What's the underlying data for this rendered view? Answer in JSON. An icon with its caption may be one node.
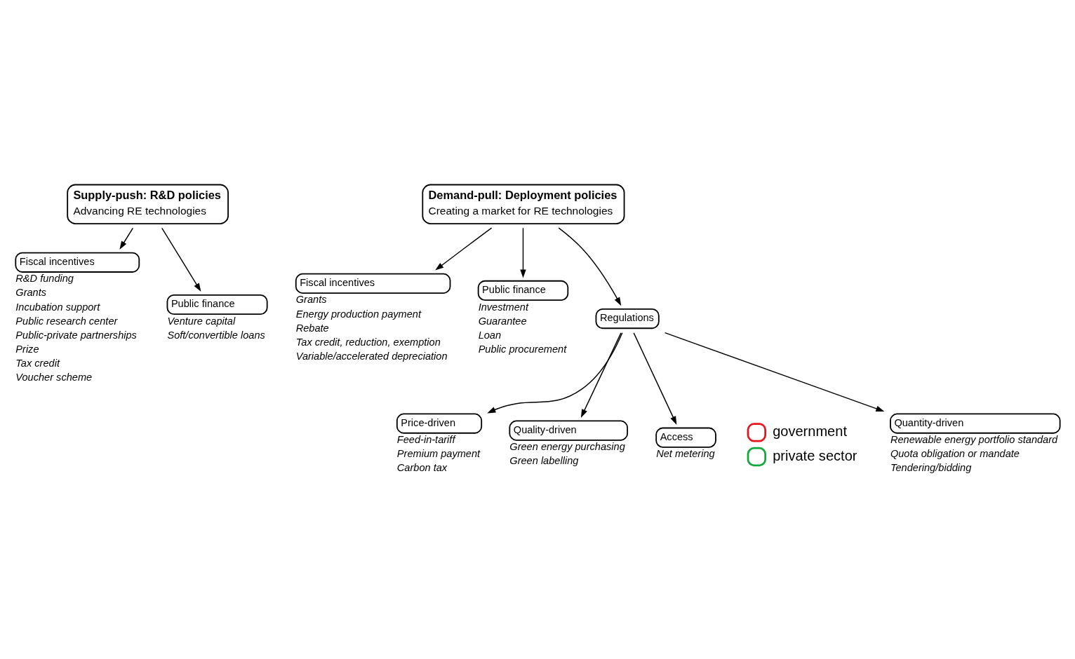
{
  "diagram": {
    "nodes": [
      {
        "text": [
          "Supply-push: R&D policies",
          "Advancing RE technologies"
        ]
      },
      {
        "text": [
          "Demand-pull: Deployment policies",
          "Creating a market for RE technologies"
        ]
      },
      {
        "text": [
          "Fiscal incentives"
        ],
        "beside": [
          "R&D funding",
          "Grants",
          "Incubation support",
          "Public research center",
          "Public-private partnerships",
          "Prize",
          "Tax credit",
          "Voucher scheme"
        ]
      },
      {
        "text": [
          "Public finance"
        ],
        "beside": [
          "Venture capital",
          "Soft/convertible loans"
        ]
      },
      {
        "text": [
          "Fiscal incentives"
        ],
        "beside": [
          "Grants",
          "Energy production payment",
          "Rebate",
          "Tax credit, reduction, exemption",
          "Variable/accelerated depreciation"
        ]
      },
      {
        "text": [
          "Public finance"
        ],
        "beside": [
          "Investment",
          "Guarantee",
          "Loan",
          "Public procurement"
        ]
      },
      {
        "text": [
          "Regulations"
        ]
      },
      {
        "text": [
          "Quantity-driven"
        ],
        "beside": [
          "Renewable energy portfolio standard",
          "Quota obligation or mandate",
          "Tendering/bidding"
        ]
      },
      {
        "text": [
          "Price-driven"
        ],
        "beside": [
          "Feed-in-tariff",
          "Premium payment",
          "Carbon tax"
        ]
      },
      {
        "text": [
          "Quality-driven"
        ],
        "beside": [
          "Green energy purchasing",
          "Green labelling"
        ]
      },
      {
        "text": [
          "Access"
        ],
        "beside": [
          "Net metering"
        ]
      }
    ],
    "edges": [
      {
        "from": 0,
        "to": 2,
        "arrow": "to"
      },
      {
        "from": 0,
        "to": 3,
        "arrow": "to"
      },
      {
        "from": 1,
        "to": 4,
        "arrow": "to"
      },
      {
        "from": 1,
        "to": 5,
        "arrow": "to"
      },
      {
        "from": 1,
        "to": 6,
        "arrow": "to"
      },
      {
        "from": 6,
        "to": 7,
        "arrow": "to"
      },
      {
        "from": 6,
        "to": 8,
        "arrow": "to"
      },
      {
        "from": 6,
        "to": 9,
        "arrow": "to"
      },
      {
        "from": 6,
        "to": 10,
        "arrow": "to"
      }
    ],
    "legend": [
      {
        "text": "government",
        "color": "#e8141c"
      },
      {
        "text": "private sector",
        "color": "#12a83c"
      }
    ]
  }
}
